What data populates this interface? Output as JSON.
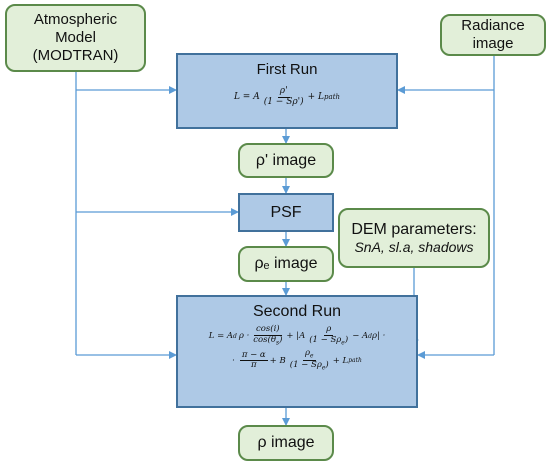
{
  "nodes": {
    "atmospheric_model": {
      "lines": [
        "Atmospheric",
        "Model",
        "(MODTRAN)"
      ]
    },
    "radiance_image": {
      "lines": [
        "Radiance",
        "image"
      ]
    },
    "first_run": {
      "title": "First Run"
    },
    "rho_prime_image": {
      "label": "ρ' image"
    },
    "psf": {
      "label": "PSF"
    },
    "dem_parameters": {
      "title": "DEM parameters:",
      "subtitle": "SnA, sl.a, shadows"
    },
    "rho_e_image": {
      "label": "ρₑ image"
    },
    "second_run": {
      "title": "Second Run"
    },
    "rho_image": {
      "label": "ρ image"
    }
  },
  "equations": {
    "first": {
      "lhs": "L = A",
      "num": "ρ'",
      "den": "(1 − Sρ')",
      "tail": "+ L",
      "tail_sub": "path"
    },
    "second": {
      "l1_lhs": "L = A",
      "l1_lhs_sub": "d",
      "l1_rho": "ρ ·",
      "l1_num1": "cos(i)",
      "l1_den1": "cos(θ",
      "l1_den1_sub": "s",
      "l1_den1_end": ")",
      "l1_mid": "+ |A",
      "l1_num2": "ρ",
      "l1_den2": "(1 − Sρ",
      "l1_den2_sub": "e",
      "l1_den2_end": ")",
      "l1_end": "− A",
      "l1_end_sub": "d",
      "l1_end2": "ρ| ·",
      "l2_dot": "·",
      "l2_num1": "π − α",
      "l2_den1": "π",
      "l2_mid": "+ B",
      "l2_num2": "ρ",
      "l2_num2_sub": "e",
      "l2_den2": "(1 − Sρ",
      "l2_den2_sub": "e",
      "l2_den2_end": ")",
      "l2_tail": "+ L",
      "l2_tail_sub": "path"
    }
  },
  "colors": {
    "green_fill": "#e2efd9",
    "green_border": "#5b8a4a",
    "blue_fill": "#aec9e6",
    "blue_border": "#41719c",
    "arrow": "#5b9bd5"
  }
}
